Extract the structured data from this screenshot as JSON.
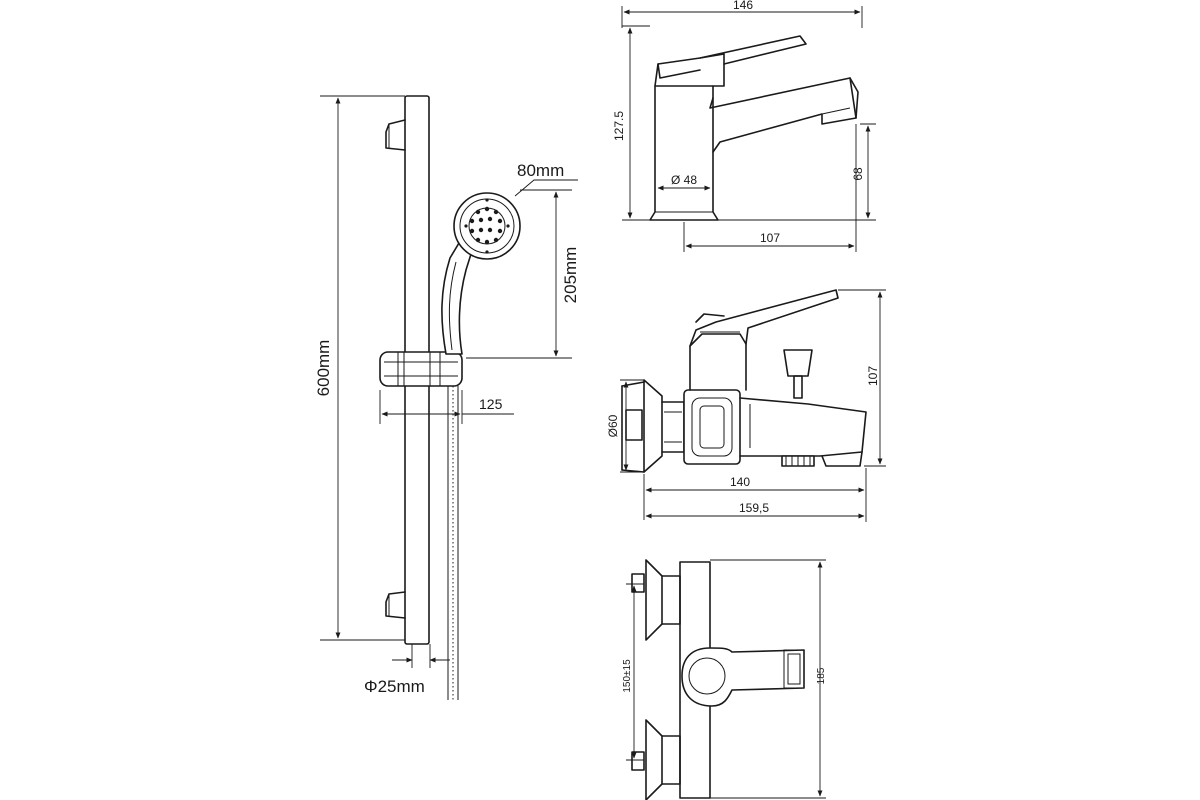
{
  "shower_set": {
    "rail_length": "600mm",
    "head_diameter": "80mm",
    "holder_height": "205mm",
    "holder_offset": "125",
    "rail_diameter": "Φ25mm"
  },
  "basin_mixer": {
    "overall_length": "146",
    "height": "127.5",
    "body_diameter": "Ø 48",
    "spout_height": "68",
    "spout_reach": "107"
  },
  "bath_mixer_side": {
    "flange_diameter": "Ø60",
    "height": "107",
    "spout_length": "140",
    "overall_length": "159,5"
  },
  "bath_mixer_front": {
    "inlet_spacing": "150±15",
    "overall_width": "185"
  }
}
